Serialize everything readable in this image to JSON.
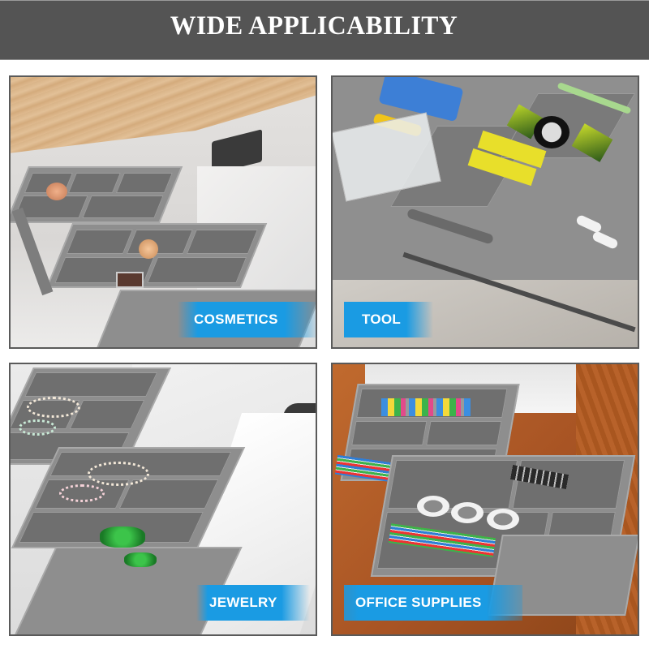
{
  "banner": {
    "title": "WIDE APPLICABILITY",
    "background": "#545454",
    "text_color": "#ffffff"
  },
  "panels": [
    {
      "id": "cosmetics",
      "label": "COSMETICS",
      "scene": "three-tier gray drawer organizer with makeup compacts and brushes in a white drawer under a light wood top"
    },
    {
      "id": "tool",
      "label": "TOOL",
      "scene": "gray organizer with cable tester, screwdriver, batteries, tape, wrench and connectors"
    },
    {
      "id": "jewelry",
      "label": "JEWELRY",
      "scene": "tiered gray organizer holding pearl necklaces, bracelets and green gems in a white drawer"
    },
    {
      "id": "office",
      "label": "OFFICE SUPPLIES",
      "scene": "tiered gray organizer with pencils, tape rolls, binder clips and sticky notes in a wooden drawer"
    }
  ],
  "colors": {
    "label_blue": "#1a9be3",
    "panel_border": "#5a5a5a"
  }
}
